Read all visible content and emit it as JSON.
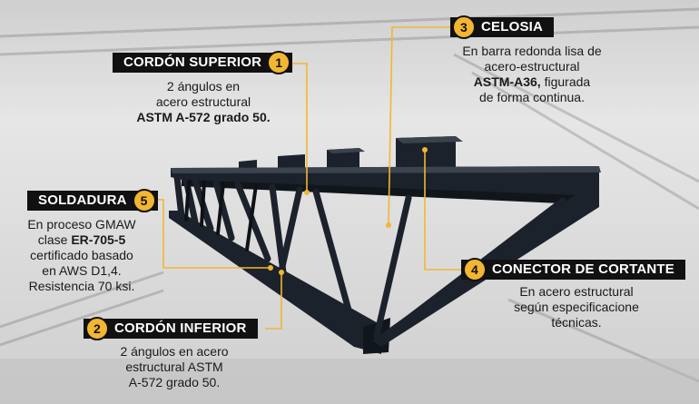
{
  "callouts": [
    {
      "num": "1",
      "title": "CORDÓN SUPERIOR",
      "line1": "2 ángulos en",
      "line2": "acero estructural",
      "line3": "ASTM A-572 grado 50."
    },
    {
      "num": "2",
      "title": "CORDÓN INFERIOR",
      "line1": "2 ángulos en acero",
      "line2": "estructural ASTM",
      "line3": "A-572 grado 50."
    },
    {
      "num": "3",
      "title": "CELOSIA",
      "line1": "En barra redonda lisa de",
      "line2": "acero-estructural",
      "line3a": "ASTM-A36,",
      "line3b": " figurada",
      "line4": "de forma continua."
    },
    {
      "num": "4",
      "title": "CONECTOR DE CORTANTE",
      "line1": "En acero estructural",
      "line2": "según especificacione",
      "line3": "técnicas."
    },
    {
      "num": "5",
      "title": "SOLDADURA",
      "line1": "En proceso GMAW",
      "line2a": "clase ",
      "line2b": "ER-705-5",
      "line3": "certificado basado",
      "line4": "en AWS D1,4.",
      "line5": "Resistencia 70 ksi."
    }
  ],
  "colors": {
    "accent": "#f2b632",
    "tag_bg": "#111111",
    "steel": "#1c222b"
  }
}
